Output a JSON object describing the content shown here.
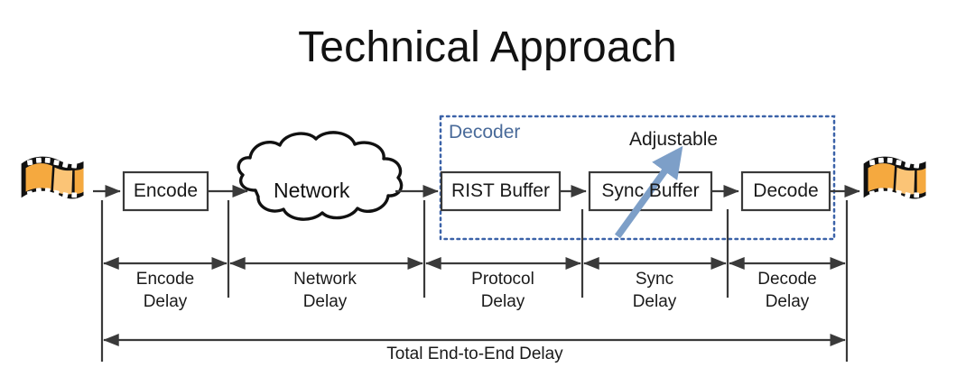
{
  "slide": {
    "title": "Technical Approach",
    "background_color": "#ffffff"
  },
  "colors": {
    "line": "#3a3a3a",
    "decoder_border": "#3b62a8",
    "decoder_label": "#4a6b9a",
    "adjustable_arrow": "#7d9fc8",
    "film_frame": "#f5a93f",
    "film_body": "#111111",
    "text": "#1a1a1a"
  },
  "diagram": {
    "source_icon": "film-strip-icon",
    "destination_icon": "film-strip-icon",
    "cloud_label": "Network",
    "decoder_group_label": "Decoder",
    "adjustable_label": "Adjustable",
    "boxes": [
      {
        "id": "encode",
        "label": "Encode"
      },
      {
        "id": "rist-buffer",
        "label": "RIST Buffer"
      },
      {
        "id": "sync-buffer",
        "label": "Sync Buffer"
      },
      {
        "id": "decode",
        "label": "Decode"
      }
    ],
    "delay_spans": [
      {
        "id": "encode-delay",
        "line1": "Encode",
        "line2": "Delay"
      },
      {
        "id": "network-delay",
        "line1": "Network",
        "line2": "Delay"
      },
      {
        "id": "protocol-delay",
        "line1": "Protocol",
        "line2": "Delay"
      },
      {
        "id": "sync-delay",
        "line1": "Sync",
        "line2": "Delay"
      },
      {
        "id": "decode-delay",
        "line1": "Decode",
        "line2": "Delay"
      }
    ],
    "total_delay_label": "Total End-to-End Delay"
  }
}
